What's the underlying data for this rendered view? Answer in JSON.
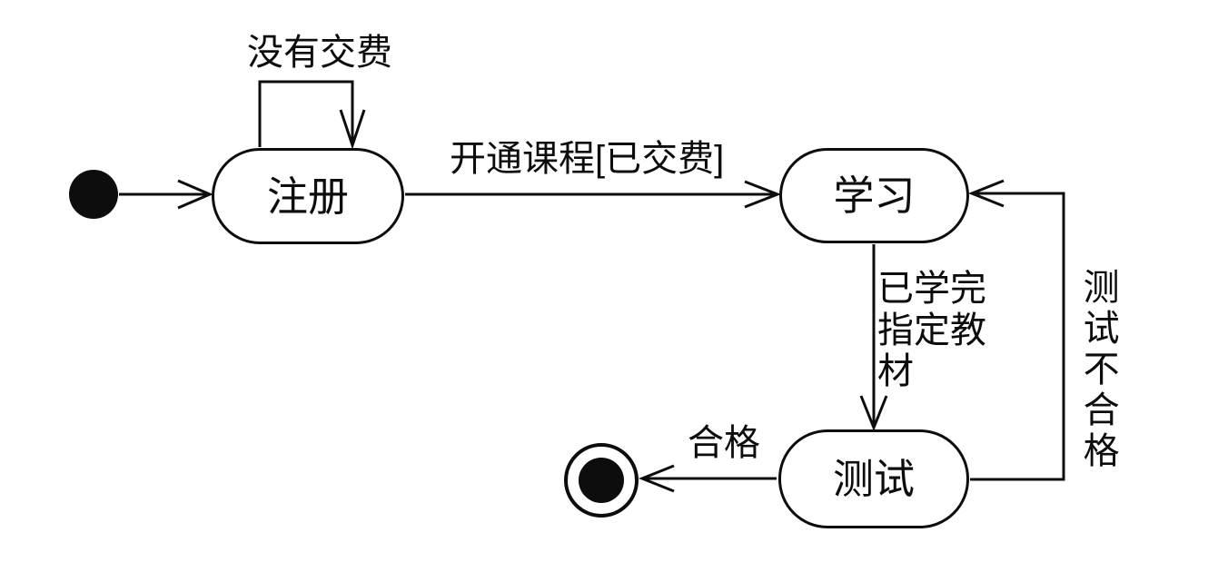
{
  "diagram": {
    "kind": "uml-state-diagram",
    "colors": {
      "background": "#ffffff",
      "stroke": "#0d0d0d",
      "text": "#0d0d0d",
      "state_fill": "#ffffff",
      "initial_fill": "#0d0d0d",
      "final_fill": "#0d0d0d"
    },
    "states": [
      {
        "id": "register",
        "label": "注册"
      },
      {
        "id": "study",
        "label": "学习"
      },
      {
        "id": "test",
        "label": "测试"
      }
    ],
    "pseudostates": [
      {
        "id": "initial",
        "kind": "initial-state-dot"
      },
      {
        "id": "final",
        "kind": "final-state-double-circle"
      }
    ],
    "transitions": [
      {
        "from": "initial",
        "to": "注册",
        "label": ""
      },
      {
        "from": "注册",
        "to": "注册",
        "label": "没有交费"
      },
      {
        "from": "注册",
        "to": "学习",
        "label": "开通课程[已交费]"
      },
      {
        "from": "学习",
        "to": "测试",
        "label": "已学完指定教材"
      },
      {
        "from": "测试",
        "to": "学习",
        "label": "测试不合格"
      },
      {
        "from": "测试",
        "to": "final",
        "label": "合格"
      }
    ]
  }
}
